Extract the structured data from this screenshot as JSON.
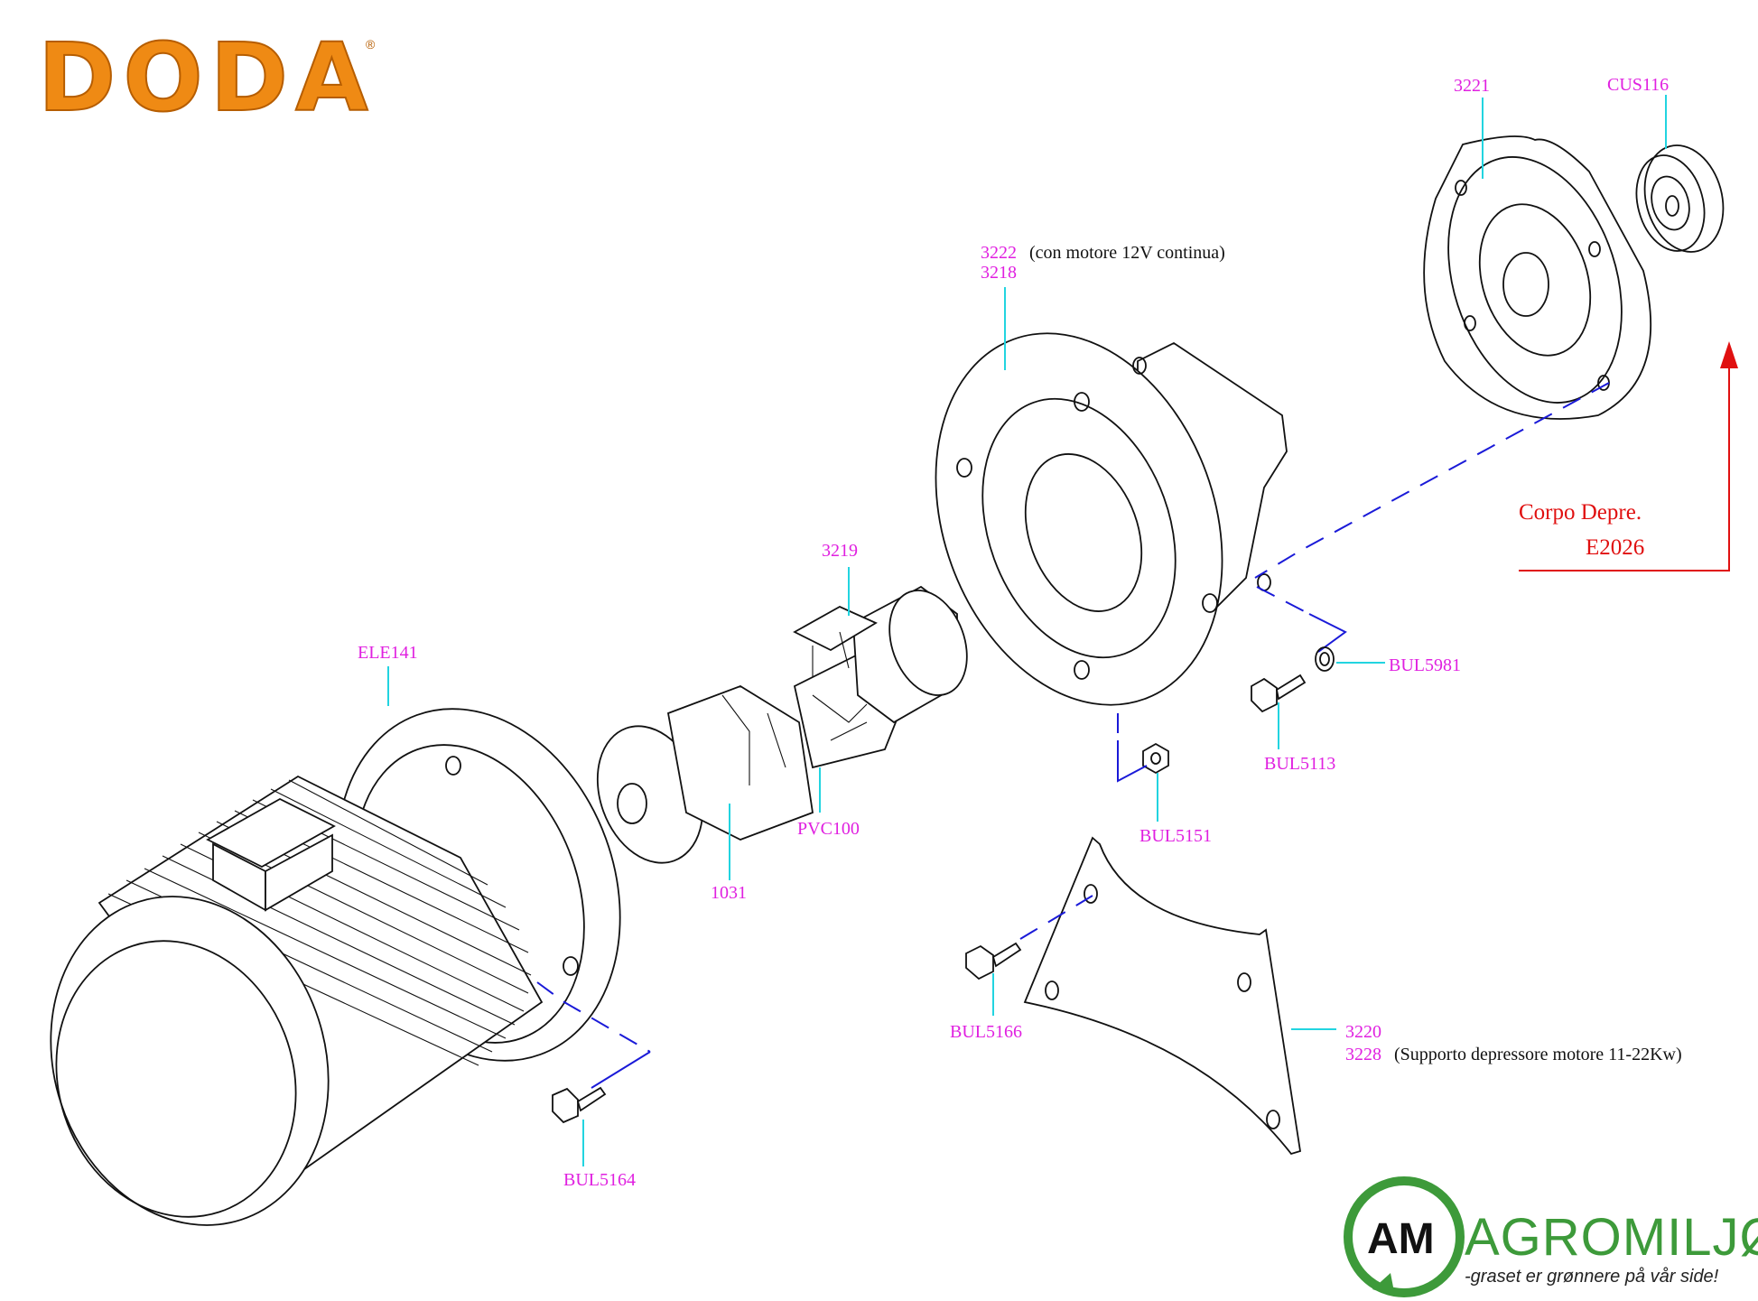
{
  "brand": {
    "logo_text": "DODA",
    "registered": "®",
    "partner_monogram": "AM",
    "partner_name": "AGROMILJØ",
    "partner_tagline": "-graset er grønnere på vår side!"
  },
  "parts": {
    "ele141": "ELE141",
    "bul5164": "BUL5164",
    "p1031": "1031",
    "pvc100": "PVC100",
    "p3219": "3219",
    "p3222": "3222",
    "p3222_note": "(con motore 12V continua)",
    "p3218": "3218",
    "p3221": "3221",
    "cus116": "CUS116",
    "bul5981": "BUL5981",
    "bul5113": "BUL5113",
    "bul5151": "BUL5151",
    "bul5166": "BUL5166",
    "p3220": "3220",
    "p3228": "3228",
    "p3228_note": "(Supporto depressore motore 11-22Kw)"
  },
  "reference": {
    "line1": "Corpo Depre.",
    "line2": "E2026"
  },
  "colors": {
    "label": "#e020e0",
    "leader": "#22d4e0",
    "assembly_line": "#1a1ad8",
    "reference": "#e01010",
    "doda_orange": "#ef8a14",
    "agromiljo_green": "#3d9a3a"
  }
}
